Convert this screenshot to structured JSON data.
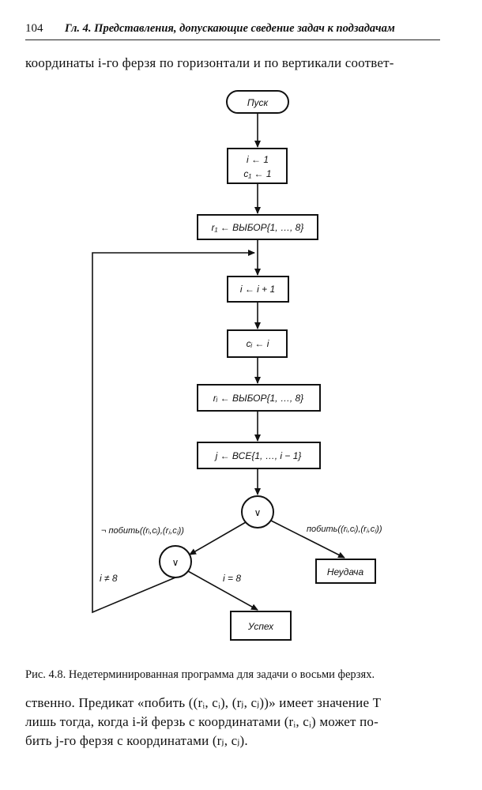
{
  "header": {
    "page_number": "104",
    "running_title": "Гл. 4. Представления, допускающие сведение задач к подзадачам"
  },
  "text_top": "координаты i-го ферзя по горизонтали и по вертикали соответ-",
  "flowchart": {
    "start": "Пуск",
    "init_1": "i ← 1",
    "init_2": "c₁ ← 1",
    "choose_r1": "r₁ ← ВЫБОР{1, …, 8}",
    "increment": "i ← i + 1",
    "assign_c": "cᵢ ← i",
    "choose_ri": "rᵢ ← ВЫБОР{1, …, 8}",
    "all_j": "j ← ВСЕ{1, …, i − 1}",
    "or_symbol": "∨",
    "not_attack_label": "¬ побить((rᵢ,cᵢ),(rⱼ,cⱼ))",
    "attack_label": "побить((rᵢ,cᵢ),(rⱼ,cⱼ))",
    "i_not_8": "i ≠ 8",
    "i_eq_8": "i = 8",
    "failure": "Неудача",
    "success": "Успех"
  },
  "caption": "Рис. 4.8. Недетерминированная программа для задачи о восьми ферзях.",
  "text_bottom": [
    "ственно. Предикат «побить ((rᵢ, cᵢ), (rⱼ, cⱼ))» имеет значение T",
    "лишь тогда, когда i-й ферзь с координатами (rᵢ, cᵢ) может по-",
    "бить j-го ферзя с координатами (rⱼ, cⱼ)."
  ]
}
